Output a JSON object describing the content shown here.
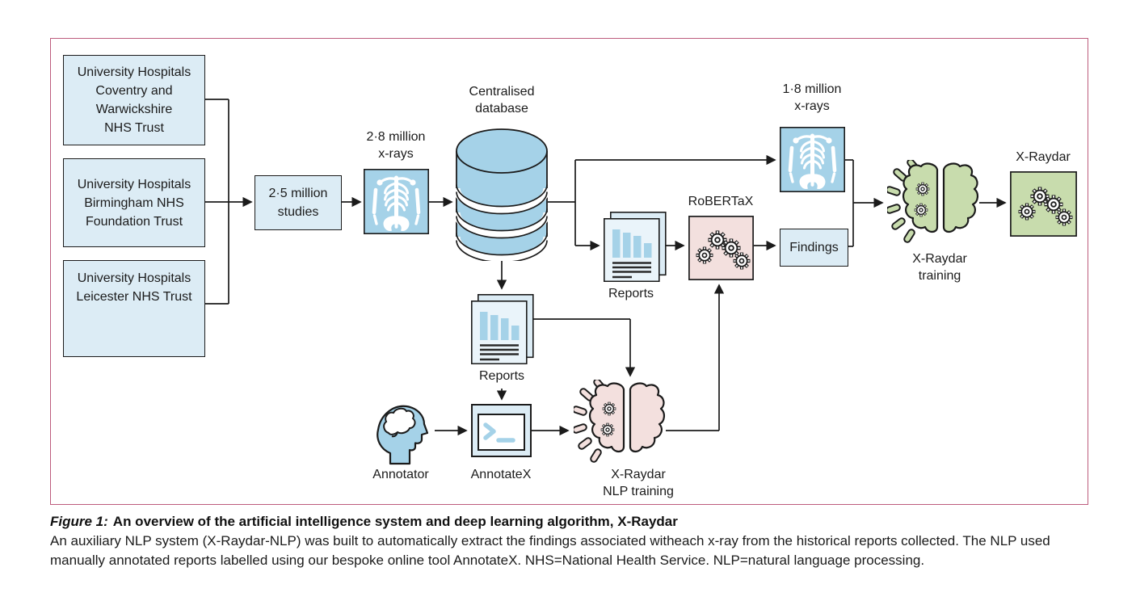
{
  "caption": {
    "figure_label": "Figure 1:",
    "title": "An overview of the artificial intelligence system and deep learning algorithm, X-Raydar",
    "body": "An auxiliary NLP system (X-Raydar-NLP) was built to automatically extract the findings associated witheach x-ray from the historical reports collected. The NLP used manually annotated reports labelled using our bespoke online tool AnnotateX. NHS=National Health Service. NLP=natural language processing."
  },
  "diagram": {
    "sources": [
      {
        "label": "University Hospitals\nCoventry and\nWarwickshire\nNHS Trust"
      },
      {
        "label": "University Hospitals\nBirmingham NHS\nFoundation Trust"
      },
      {
        "label": "University Hospitals\nLeicester NHS Trust"
      }
    ],
    "studies_box": "2·5 million\nstudies",
    "xray_in_label": "2·8 million\nx-rays",
    "database_label": "Centralised\ndatabase",
    "xray_out_label": "1·8 million\nx-rays",
    "reports_mid_label": "Reports",
    "robertax_label": "RoBERTaX",
    "findings_label": "Findings",
    "xraydar_training_label": "X-Raydar\ntraining",
    "xraydar_label": "X-Raydar",
    "reports_bottom_label": "Reports",
    "annotator_label": "Annotator",
    "annotatex_label": "AnnotateX",
    "nlp_training_label": "X-Raydar\nNLP training"
  },
  "colors": {
    "light_blue_fill": "#dcecf5",
    "medium_blue_fill": "#a5d2e8",
    "pink_fill": "#f3e0de",
    "green_fill": "#c8dcad",
    "frame_border": "#bd5c7d",
    "line_stroke": "#1b1b1b"
  }
}
